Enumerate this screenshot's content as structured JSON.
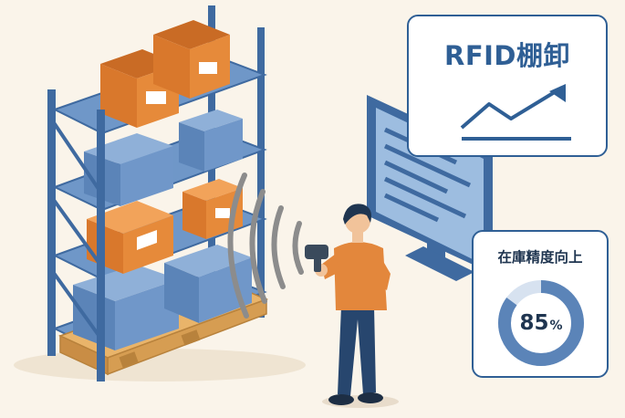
{
  "title_card": {
    "title": "RFID棚卸"
  },
  "stat_card": {
    "label": "在庫精度向上",
    "value": "85",
    "unit": "%",
    "fraction": 0.85
  },
  "colors": {
    "background": "#faf4ea",
    "rack_blue": "#4b7ab3",
    "box_orange": "#e68a3a",
    "shirt_orange": "#e3873c",
    "accent_navy": "#2f5f95"
  }
}
